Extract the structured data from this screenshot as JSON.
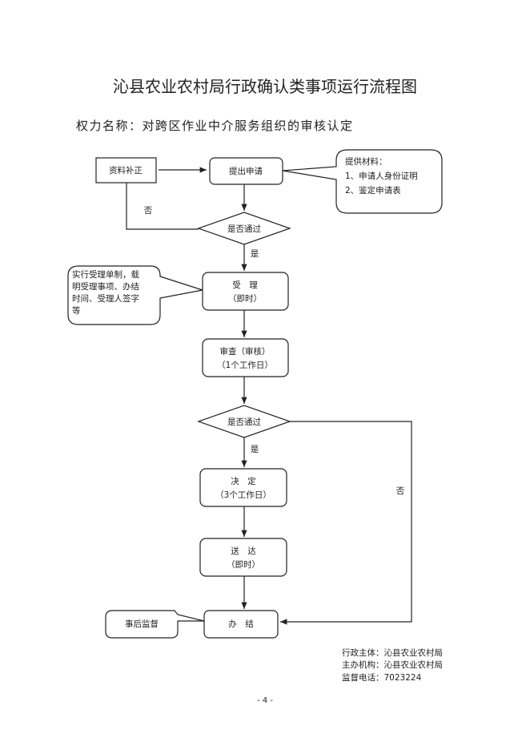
{
  "title": "沁县农业农村局行政确认类事项运行流程图",
  "power_name": "权力名称：对跨区作业中介服务组织的审核认定",
  "nodes": {
    "correct": "资料补正",
    "apply": "提出申请",
    "check1": "是否通过",
    "accept_line1": "受　理",
    "accept_line2": "（即时）",
    "review_line1": "审查（审核）",
    "review_line2": "（1个工作日）",
    "check2": "是否通过",
    "decide_line1": "决　定",
    "decide_line2": "（3个工作日）",
    "deliver_line1": "送　达",
    "deliver_line2": "（即时）",
    "finish": "办　结",
    "supervise": "事后监督"
  },
  "labels": {
    "yes": "是",
    "no": "否"
  },
  "callouts": {
    "materials": [
      "提供材料：",
      "1、申请人身份证明",
      "2、鉴定申请表"
    ],
    "accept_note": [
      "实行受理单制，载",
      "明受理事项、办结",
      "时间、受理人签字",
      "等"
    ]
  },
  "footer": {
    "subject": "行政主体：沁县农业农村局",
    "organizer": "主办机构：沁县农业农村局",
    "phone": "监督电话：7023224"
  },
  "page_number": "- 4 -"
}
